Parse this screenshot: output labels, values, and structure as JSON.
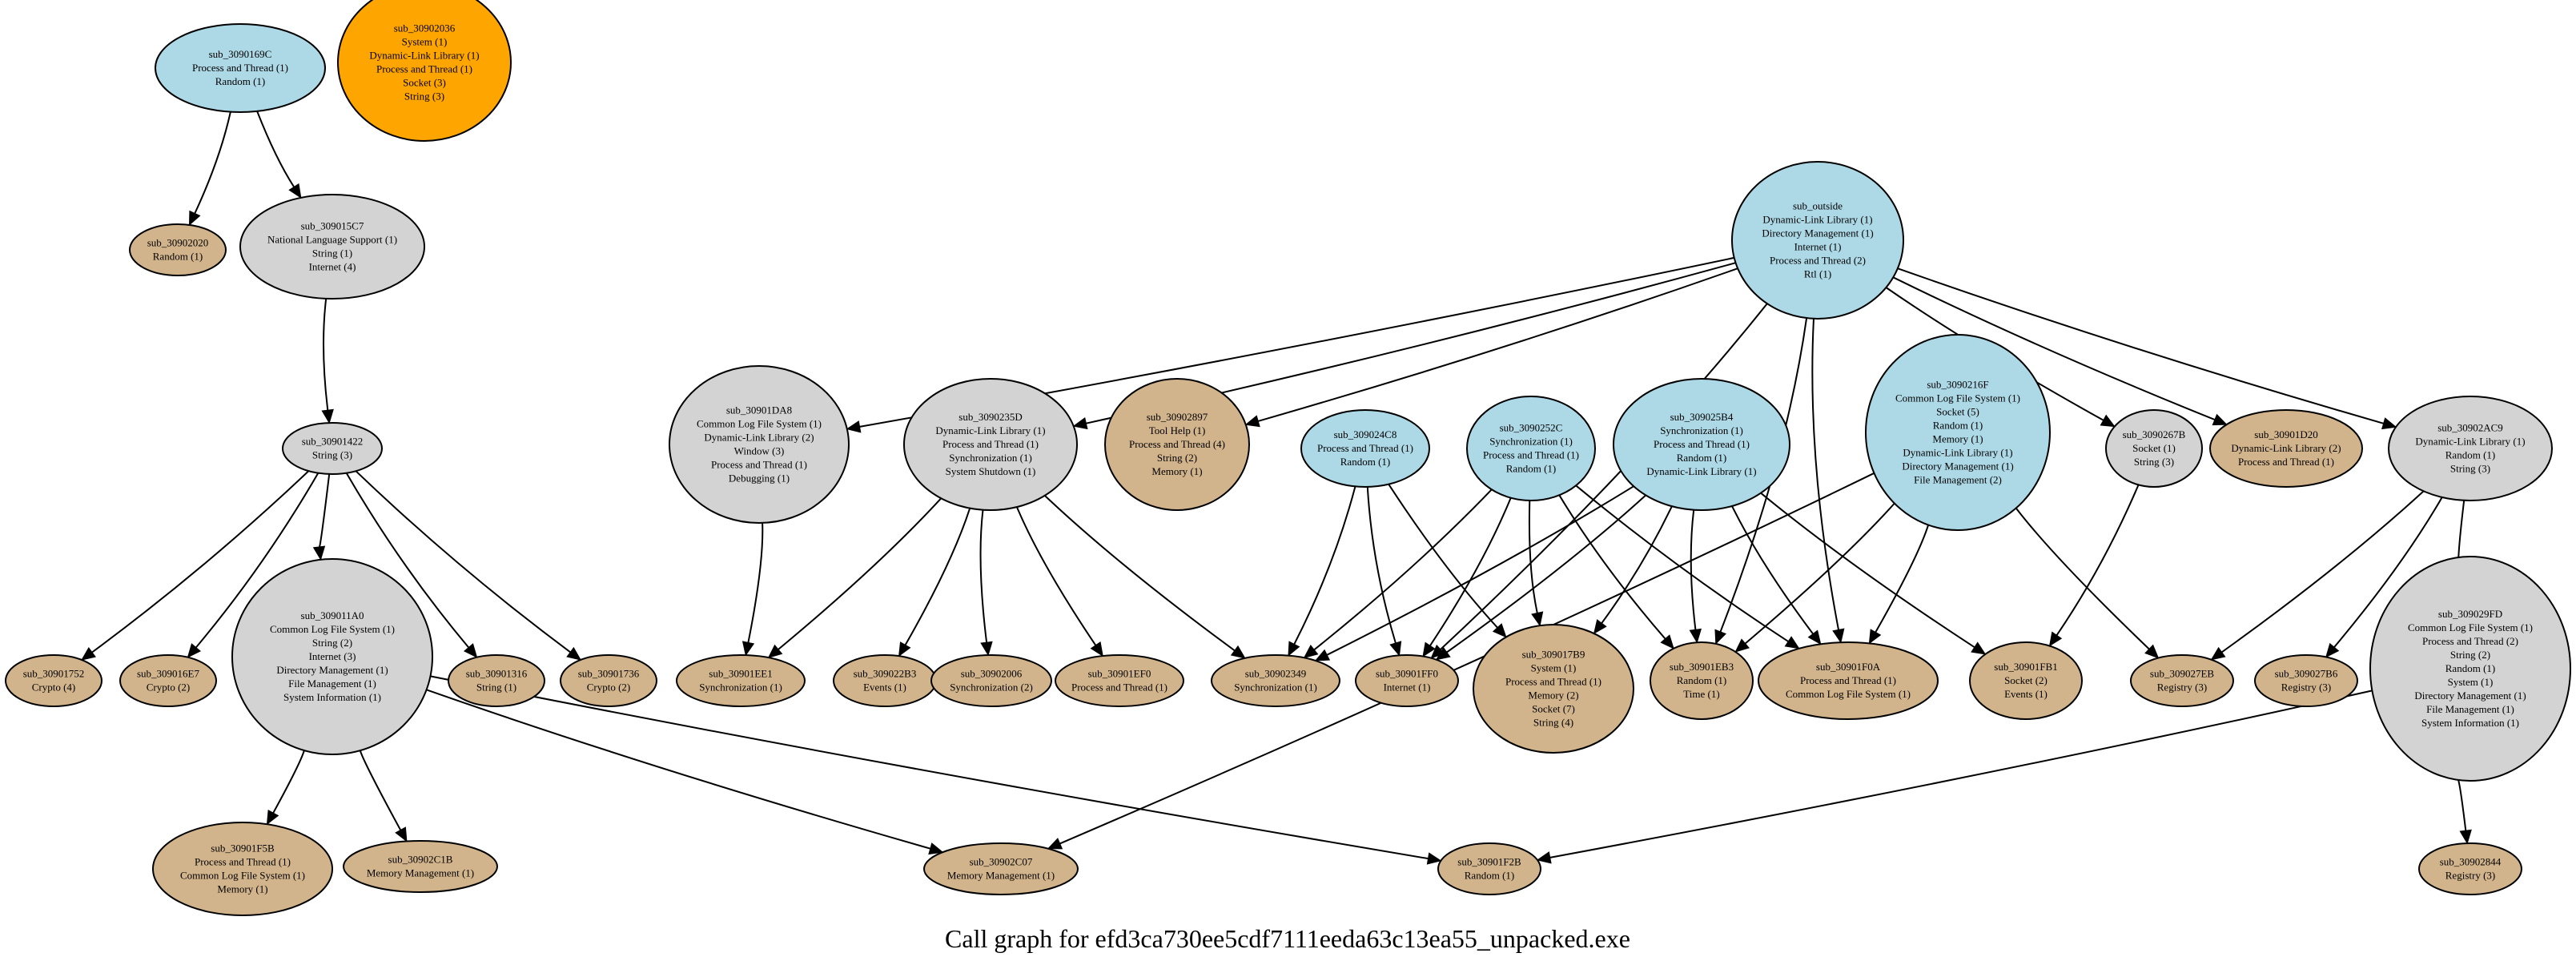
{
  "caption": "Call graph for efd3ca730ee5cdf7111eeda63c13ea55_unpacked.exe",
  "colors": {
    "blue": "#add8e6",
    "gray": "#d3d3d3",
    "tan": "#d2b48c",
    "orange": "#ffa500",
    "stroke": "#000000"
  },
  "nodes": [
    {
      "id": "sub_3090169C",
      "color": "blue",
      "lines": [
        "sub_3090169C",
        "Process and Thread (1)",
        "Random (1)"
      ]
    },
    {
      "id": "sub_30902036",
      "color": "orange",
      "lines": [
        "sub_30902036",
        "System (1)",
        "Dynamic-Link Library (1)",
        "Process and Thread (1)",
        "Socket (3)",
        "String (3)"
      ]
    },
    {
      "id": "sub_30902020",
      "color": "tan",
      "lines": [
        "sub_30902020",
        "Random (1)"
      ]
    },
    {
      "id": "sub_309015C7",
      "color": "gray",
      "lines": [
        "sub_309015C7",
        "National Language Support (1)",
        "String (1)",
        "Internet (4)"
      ]
    },
    {
      "id": "sub_30901422",
      "color": "gray",
      "lines": [
        "sub_30901422",
        "String (3)"
      ]
    },
    {
      "id": "sub_30901752",
      "color": "tan",
      "lines": [
        "sub_30901752",
        "Crypto (4)"
      ]
    },
    {
      "id": "sub_309016E7",
      "color": "tan",
      "lines": [
        "sub_309016E7",
        "Crypto (2)"
      ]
    },
    {
      "id": "sub_309011A0",
      "color": "gray",
      "lines": [
        "sub_309011A0",
        "Common Log File System (1)",
        "String (2)",
        "Internet (3)",
        "Directory Management (1)",
        "File Management (1)",
        "System Information (1)"
      ]
    },
    {
      "id": "sub_30901316",
      "color": "tan",
      "lines": [
        "sub_30901316",
        "String (1)"
      ]
    },
    {
      "id": "sub_30901736",
      "color": "tan",
      "lines": [
        "sub_30901736",
        "Crypto (2)"
      ]
    },
    {
      "id": "sub_30901F5B",
      "color": "tan",
      "lines": [
        "sub_30901F5B",
        "Process and Thread (1)",
        "Common Log File System (1)",
        "Memory (1)"
      ]
    },
    {
      "id": "sub_30902C1B",
      "color": "tan",
      "lines": [
        "sub_30902C1B",
        "Memory Management (1)"
      ]
    },
    {
      "id": "sub_outside",
      "color": "blue",
      "lines": [
        "sub_outside",
        "Dynamic-Link Library (1)",
        "Directory Management (1)",
        "Internet (1)",
        "Process and Thread (2)",
        "Rtl (1)"
      ]
    },
    {
      "id": "sub_30901DA8",
      "color": "gray",
      "lines": [
        "sub_30901DA8",
        "Common Log File System (1)",
        "Dynamic-Link Library (2)",
        "Window (3)",
        "Process and Thread (1)",
        "Debugging (1)"
      ]
    },
    {
      "id": "sub_3090235D",
      "color": "gray",
      "lines": [
        "sub_3090235D",
        "Dynamic-Link Library (1)",
        "Process and Thread (1)",
        "Synchronization (1)",
        "System Shutdown (1)"
      ]
    },
    {
      "id": "sub_30902897",
      "color": "tan",
      "lines": [
        "sub_30902897",
        "Tool Help (1)",
        "Process and Thread (4)",
        "String (2)",
        "Memory (1)"
      ]
    },
    {
      "id": "sub_309024C8",
      "color": "blue",
      "lines": [
        "sub_309024C8",
        "Process and Thread (1)",
        "Random (1)"
      ]
    },
    {
      "id": "sub_3090252C",
      "color": "blue",
      "lines": [
        "sub_3090252C",
        "Synchronization (1)",
        "Process and Thread (1)",
        "Random (1)"
      ]
    },
    {
      "id": "sub_309025B4",
      "color": "blue",
      "lines": [
        "sub_309025B4",
        "Synchronization (1)",
        "Process and Thread (1)",
        "Random (1)",
        "Dynamic-Link Library (1)"
      ]
    },
    {
      "id": "sub_3090216F",
      "color": "blue",
      "lines": [
        "sub_3090216F",
        "Common Log File System (1)",
        "Socket (5)",
        "Random (1)",
        "Memory (1)",
        "Dynamic-Link Library (1)",
        "Directory Management (1)",
        "File Management (2)"
      ]
    },
    {
      "id": "sub_3090267B",
      "color": "gray",
      "lines": [
        "sub_3090267B",
        "Socket (1)",
        "String (3)"
      ]
    },
    {
      "id": "sub_30901D20",
      "color": "tan",
      "lines": [
        "sub_30901D20",
        "Dynamic-Link Library (2)",
        "Process and Thread (1)"
      ]
    },
    {
      "id": "sub_30902AC9",
      "color": "gray",
      "lines": [
        "sub_30902AC9",
        "Dynamic-Link Library (1)",
        "Random (1)",
        "String (3)"
      ]
    },
    {
      "id": "sub_30901EE1",
      "color": "tan",
      "lines": [
        "sub_30901EE1",
        "Synchronization (1)"
      ]
    },
    {
      "id": "sub_309022B3",
      "color": "tan",
      "lines": [
        "sub_309022B3",
        "Events (1)"
      ]
    },
    {
      "id": "sub_30902006",
      "color": "tan",
      "lines": [
        "sub_30902006",
        "Synchronization (2)"
      ]
    },
    {
      "id": "sub_30901EF0",
      "color": "tan",
      "lines": [
        "sub_30901EF0",
        "Process and Thread (1)"
      ]
    },
    {
      "id": "sub_30902349",
      "color": "tan",
      "lines": [
        "sub_30902349",
        "Synchronization (1)"
      ]
    },
    {
      "id": "sub_30901FF0",
      "color": "tan",
      "lines": [
        "sub_30901FF0",
        "Internet (1)"
      ]
    },
    {
      "id": "sub_309017B9",
      "color": "tan",
      "lines": [
        "sub_309017B9",
        "System (1)",
        "Process and Thread (1)",
        "Memory (2)",
        "Socket (7)",
        "String (4)"
      ]
    },
    {
      "id": "sub_30901EB3",
      "color": "tan",
      "lines": [
        "sub_30901EB3",
        "Random (1)",
        "Time (1)"
      ]
    },
    {
      "id": "sub_30901F0A",
      "color": "tan",
      "lines": [
        "sub_30901F0A",
        "Process and Thread (1)",
        "Common Log File System (1)"
      ]
    },
    {
      "id": "sub_30901FB1",
      "color": "tan",
      "lines": [
        "sub_30901FB1",
        "Socket (2)",
        "Events (1)"
      ]
    },
    {
      "id": "sub_309027EB",
      "color": "tan",
      "lines": [
        "sub_309027EB",
        "Registry (3)"
      ]
    },
    {
      "id": "sub_309027B6",
      "color": "tan",
      "lines": [
        "sub_309027B6",
        "Registry (3)"
      ]
    },
    {
      "id": "sub_309029FD",
      "color": "gray",
      "lines": [
        "sub_309029FD",
        "Common Log File System (1)",
        "Process and Thread (2)",
        "String (2)",
        "Random (1)",
        "System (1)",
        "Directory Management (1)",
        "File Management (1)",
        "System Information (1)"
      ]
    },
    {
      "id": "sub_30902C07",
      "color": "tan",
      "lines": [
        "sub_30902C07",
        "Memory Management (1)"
      ]
    },
    {
      "id": "sub_30901F2B",
      "color": "tan",
      "lines": [
        "sub_30901F2B",
        "Random (1)"
      ]
    },
    {
      "id": "sub_30902844",
      "color": "tan",
      "lines": [
        "sub_30902844",
        "Registry (3)"
      ]
    }
  ],
  "edges": [
    [
      "sub_3090169C",
      "sub_30902020"
    ],
    [
      "sub_3090169C",
      "sub_309015C7"
    ],
    [
      "sub_309015C7",
      "sub_30901422"
    ],
    [
      "sub_30901422",
      "sub_30901752"
    ],
    [
      "sub_30901422",
      "sub_309016E7"
    ],
    [
      "sub_30901422",
      "sub_309011A0"
    ],
    [
      "sub_30901422",
      "sub_30901316"
    ],
    [
      "sub_30901422",
      "sub_30901736"
    ],
    [
      "sub_309011A0",
      "sub_30901F5B"
    ],
    [
      "sub_309011A0",
      "sub_30902C1B"
    ],
    [
      "sub_309011A0",
      "sub_30902C07"
    ],
    [
      "sub_309011A0",
      "sub_30901F2B"
    ],
    [
      "sub_outside",
      "sub_30901DA8"
    ],
    [
      "sub_outside",
      "sub_3090235D"
    ],
    [
      "sub_outside",
      "sub_30902897"
    ],
    [
      "sub_outside",
      "sub_30901FF0"
    ],
    [
      "sub_outside",
      "sub_30901EB3"
    ],
    [
      "sub_outside",
      "sub_30901F0A"
    ],
    [
      "sub_outside",
      "sub_3090267B"
    ],
    [
      "sub_outside",
      "sub_30901D20"
    ],
    [
      "sub_outside",
      "sub_30902AC9"
    ],
    [
      "sub_30901DA8",
      "sub_30901EE1"
    ],
    [
      "sub_3090235D",
      "sub_30901EE1"
    ],
    [
      "sub_3090235D",
      "sub_309022B3"
    ],
    [
      "sub_3090235D",
      "sub_30902006"
    ],
    [
      "sub_3090235D",
      "sub_30901EF0"
    ],
    [
      "sub_3090235D",
      "sub_30902349"
    ],
    [
      "sub_309024C8",
      "sub_30902349"
    ],
    [
      "sub_309024C8",
      "sub_30901FF0"
    ],
    [
      "sub_309024C8",
      "sub_309017B9"
    ],
    [
      "sub_3090252C",
      "sub_30902349"
    ],
    [
      "sub_3090252C",
      "sub_30901FF0"
    ],
    [
      "sub_3090252C",
      "sub_309017B9"
    ],
    [
      "sub_3090252C",
      "sub_30901EB3"
    ],
    [
      "sub_3090252C",
      "sub_30901F0A"
    ],
    [
      "sub_309025B4",
      "sub_30902349"
    ],
    [
      "sub_309025B4",
      "sub_30901FF0"
    ],
    [
      "sub_309025B4",
      "sub_309017B9"
    ],
    [
      "sub_309025B4",
      "sub_30901EB3"
    ],
    [
      "sub_309025B4",
      "sub_30901F0A"
    ],
    [
      "sub_309025B4",
      "sub_30901FB1"
    ],
    [
      "sub_3090216F",
      "sub_30901EB3"
    ],
    [
      "sub_3090216F",
      "sub_30901F0A"
    ],
    [
      "sub_3090216F",
      "sub_309027EB"
    ],
    [
      "sub_3090216F",
      "sub_30902C07"
    ],
    [
      "sub_3090267B",
      "sub_30901FB1"
    ],
    [
      "sub_30902AC9",
      "sub_309027EB"
    ],
    [
      "sub_30902AC9",
      "sub_309027B6"
    ],
    [
      "sub_30902AC9",
      "sub_309029FD"
    ],
    [
      "sub_309029FD",
      "sub_30901F2B"
    ],
    [
      "sub_309029FD",
      "sub_30902844"
    ]
  ]
}
